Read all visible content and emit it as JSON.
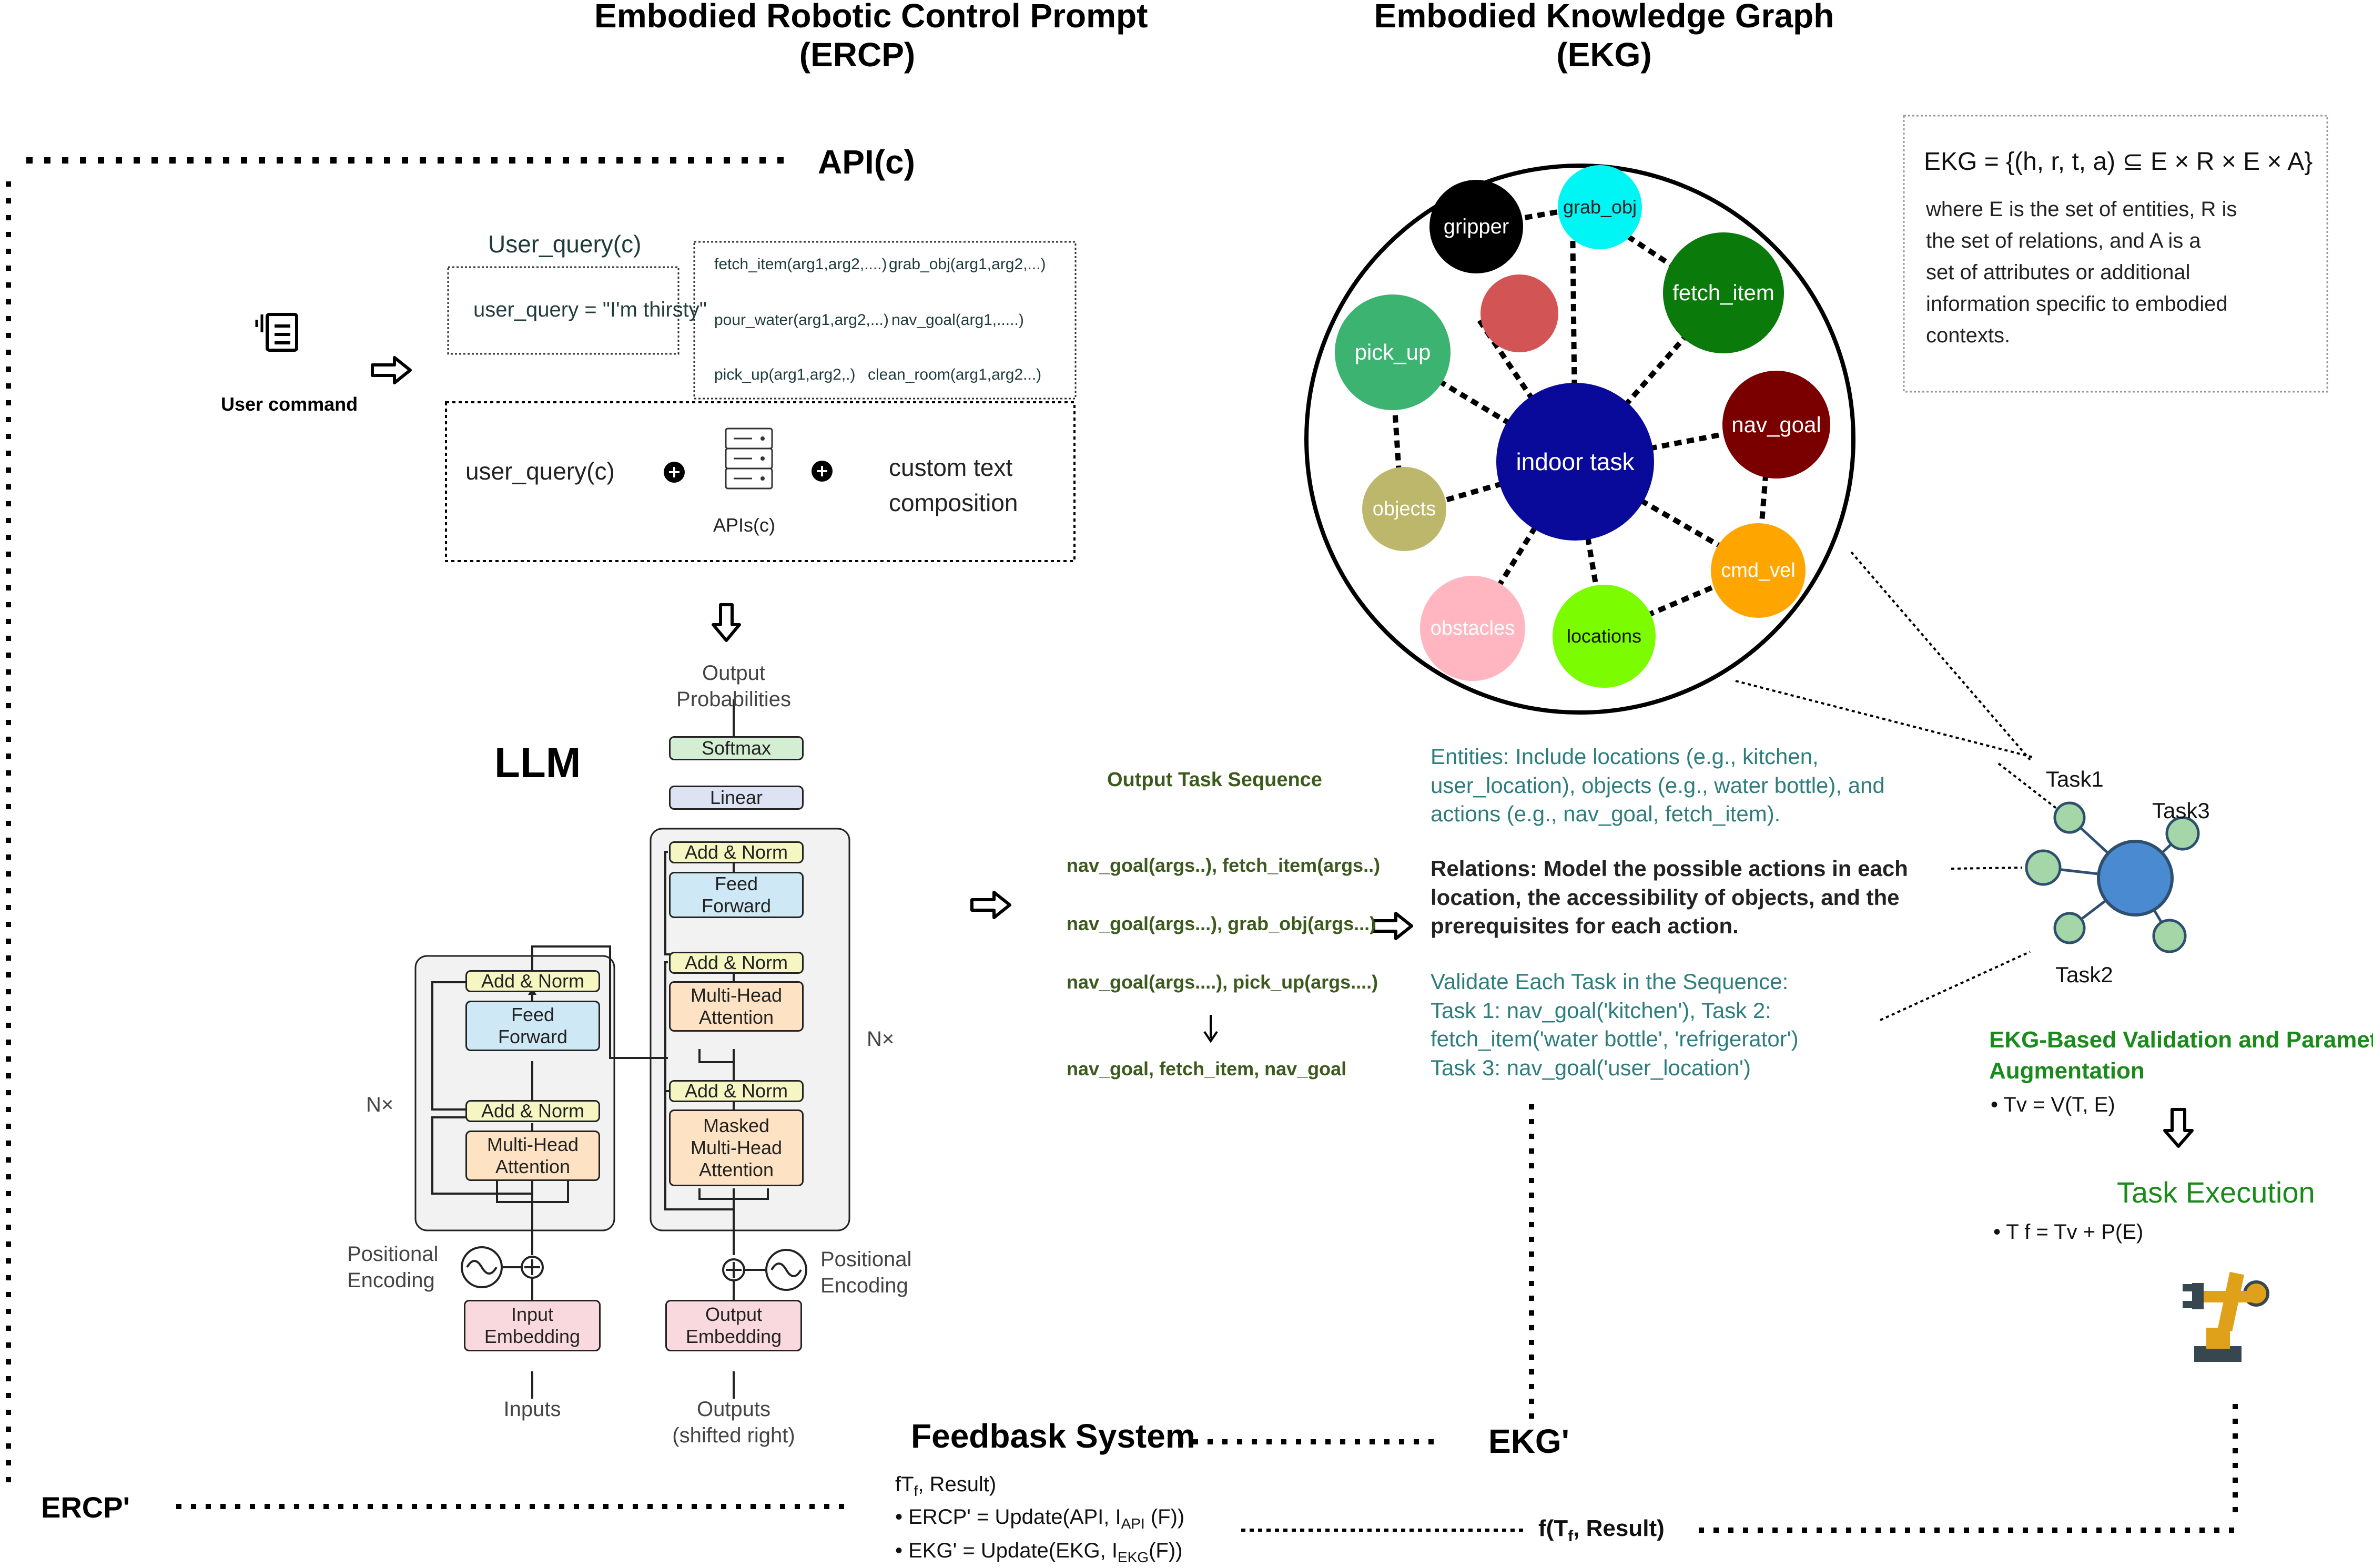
{
  "ercp": {
    "title_line1": "Embodied Robotic Control Prompt",
    "title_line2": "(ERCP)"
  },
  "ekg": {
    "title_line1": "Embodied Knowledge Graph",
    "title_line2": "(EKG)"
  },
  "api_label": "API(c)",
  "user_command": "User command",
  "user_query_title": "User_query(c)",
  "user_query_value": "user_query = \"I'm thirsty\"",
  "api_functions": [
    "fetch_item(arg1,arg2,....)",
    "grab_obj(arg1,arg2,...)",
    "pour_water(arg1,arg2,...)",
    "nav_goal(arg1,.....)",
    "pick_up(arg1,arg2,.)",
    "clean_room(arg1,arg2...)"
  ],
  "composition": {
    "left": "user_query(c)",
    "middle": "APIs(c)",
    "right_line1": "custom text",
    "right_line2": "composition"
  },
  "llm_label": "LLM",
  "transformer": {
    "output_probs_line1": "Output",
    "output_probs_line2": "Probabilities",
    "softmax": "Softmax",
    "linear": "Linear",
    "add_norm": "Add & Norm",
    "feed_forward_line1": "Feed",
    "feed_forward_line2": "Forward",
    "mha_line1": "Multi-Head",
    "mha_line2": "Attention",
    "masked_line1": "Masked",
    "masked_line2": "Multi-Head",
    "masked_line3": "Attention",
    "nx": "N×",
    "pos_enc_line1": "Positional",
    "pos_enc_line2": "Encoding",
    "input_emb_line1": "Input",
    "input_emb_line2": "Embedding",
    "output_emb_line1": "Output",
    "output_emb_line2": "Embedding",
    "inputs": "Inputs",
    "outputs_line1": "Outputs",
    "outputs_line2": "(shifted right)"
  },
  "output_task": {
    "title": "Output Task Sequence",
    "lines": [
      "nav_goal(args..), fetch_item(args..)",
      "nav_goal(args...), grab_obj(args...)",
      "nav_goal(args....), pick_up(args....)",
      "nav_goal, fetch_item, nav_goal"
    ]
  },
  "graph_nodes": {
    "gripper": "gripper",
    "grab_obj": "grab_obj",
    "fetch_item": "fetch_item",
    "pick_up": "pick_up",
    "nav_goal": "nav_goal",
    "indoor_task": "indoor task",
    "objects": "objects",
    "cmd_vel": "cmd_vel",
    "obstacles": "obstacles",
    "locations": "locations"
  },
  "ekg_def": {
    "formula": "EKG = {(h, r, t, a) ⊆ E × R × E × A}",
    "lines": [
      "where E is the set of entities, R is",
      "the set of relations, and A is a",
      "set of attributes or additional",
      "information specific to embodied",
      "contexts."
    ]
  },
  "entities": [
    "Entities: Include locations (e.g., kitchen,",
    "user_location), objects (e.g., water bottle), and",
    "actions (e.g., nav_goal, fetch_item)."
  ],
  "relations": [
    "Relations: Model the possible actions in each",
    "location, the accessibility of objects, and the",
    "prerequisites for each action."
  ],
  "validate": [
    "Validate Each Task in the Sequence:",
    "Task 1: nav_goal('kitchen'), Task 2:",
    "fetch_item('water bottle',  'refrigerator')",
    "Task 3: nav_goal('user_location')"
  ],
  "tasks": {
    "task1": "Task1",
    "task2": "Task2",
    "task3": "Task3"
  },
  "validation": {
    "title_line1": "EKG-Based Validation and Parameter",
    "title_line2": "Augmentation",
    "formula": "• Tv = V(T, E)"
  },
  "execution": {
    "title": "Task Execution",
    "formula": "• T f = Tv + P(E)"
  },
  "feedback": {
    "title": "Feedbask System",
    "ekg_prime": "EKG'",
    "ercp_prime": "ERCP'",
    "line0": "fT",
    "line0_sub": "f",
    "line0_rest": ", Result)",
    "line1": "• ERCP' = Update(API, I",
    "line1_sub": "API",
    "line1_rest": " (F))",
    "line2": "• EKG' = Update(EKG, I",
    "line2_sub": "EKG",
    "line2_rest": "(F))",
    "ft_label": "f(T",
    "ft_sub": "f",
    "ft_rest": ", Result)"
  },
  "colors": {
    "gripper": "#000000",
    "grab_obj": "#00f5f5",
    "fetch_item": "#0a7a0a",
    "red_node": "#d35454",
    "pick_up": "#3cb371",
    "nav_goal": "#7a0000",
    "indoor_task": "#0a0a9a",
    "objects": "#bdb76b",
    "cmd_vel": "#ffa500",
    "obstacles": "#ffb6c1",
    "locations": "#7cfc00"
  }
}
